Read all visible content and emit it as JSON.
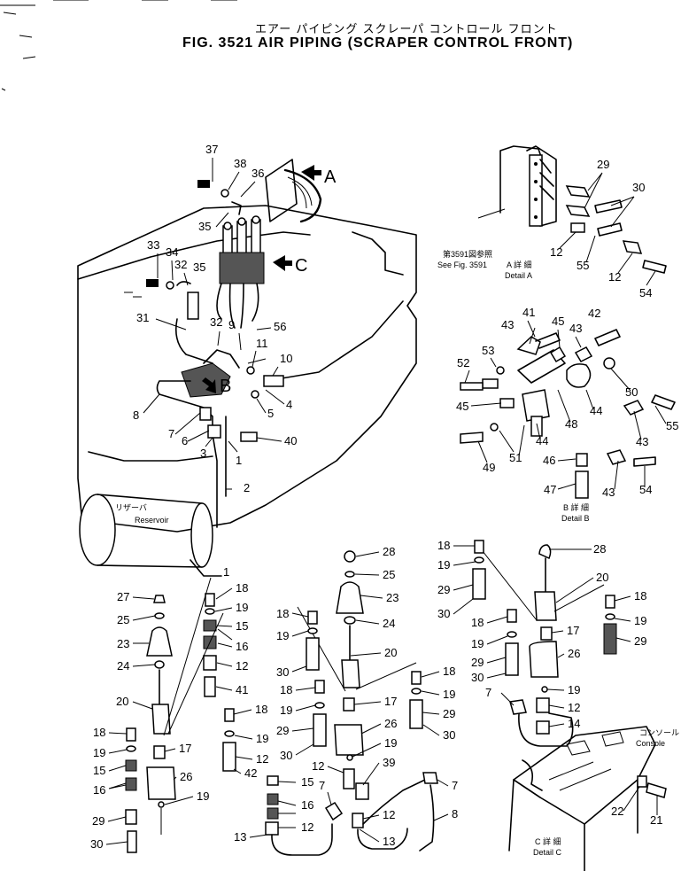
{
  "figure": {
    "title_jp": "エアー パイピング スクレーパ コントロール フロント",
    "title_en": "FIG. 3521  AIR PIPING (SCRAPER CONTROL FRONT)"
  },
  "views": {
    "arrow_a": "A",
    "arrow_b": "B",
    "arrow_c": "C"
  },
  "labels": {
    "see_fig_jp": "第3591図参照",
    "see_fig_en": "See Fig. 3591",
    "detail_a_jp": "A 詳 細",
    "detail_a_en": "Detail A",
    "detail_b_jp": "B 詳 細",
    "detail_b_en": "Detail B",
    "detail_c_jp": "C 詳 細",
    "detail_c_en": "Detail C",
    "reservoir_jp": "リザーバ",
    "reservoir_en": "Reservoir",
    "console_jp": "コンソール",
    "console_en": "Console"
  },
  "callouts": {
    "main": [
      "37",
      "38",
      "36",
      "35",
      "33",
      "34",
      "32",
      "35",
      "31",
      "32",
      "9",
      "56",
      "11",
      "10",
      "8",
      "7",
      "6",
      "3",
      "1",
      "5",
      "4",
      "40",
      "2",
      "1"
    ],
    "detail_a": [
      "29",
      "30",
      "12",
      "55",
      "12",
      "54"
    ],
    "detail_b": [
      "41",
      "42",
      "43",
      "45",
      "43",
      "53",
      "52",
      "50",
      "45",
      "44",
      "48",
      "55",
      "49",
      "51",
      "44",
      "43",
      "46",
      "47",
      "43",
      "54"
    ],
    "lower_left": [
      "27",
      "25",
      "23",
      "24",
      "20",
      "18",
      "19",
      "15",
      "16",
      "29",
      "30",
      "18",
      "19",
      "15",
      "16",
      "12",
      "41",
      "17",
      "26",
      "18",
      "19",
      "12",
      "42",
      "19"
    ],
    "lower_middle": [
      "28",
      "25",
      "23",
      "18",
      "19",
      "30",
      "24",
      "20",
      "18",
      "19",
      "29",
      "30",
      "17",
      "18",
      "19",
      "29",
      "30",
      "26",
      "19",
      "12",
      "39",
      "15",
      "16",
      "12",
      "7",
      "13",
      "12",
      "13",
      "7",
      "8"
    ],
    "lower_right": [
      "18",
      "19",
      "29",
      "30",
      "28",
      "20",
      "18",
      "19",
      "29",
      "18",
      "19",
      "29",
      "30",
      "17",
      "26",
      "19",
      "12",
      "7",
      "14",
      "22",
      "21"
    ]
  }
}
